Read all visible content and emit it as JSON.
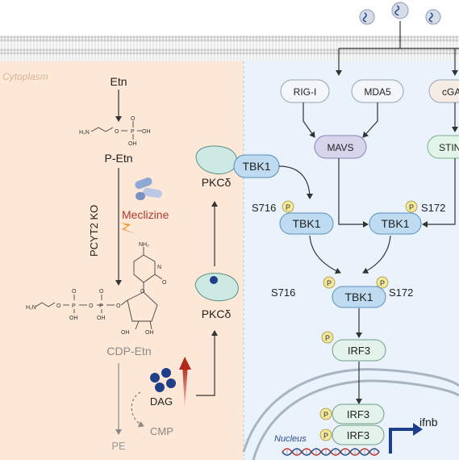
{
  "region_label": "Cytoplasm",
  "nucleus_label": "Nucleus",
  "left_pathway": {
    "etn": "Etn",
    "p_etn": "P-Etn",
    "ko_label": "PCYT2 KO",
    "drug": "Meclizine",
    "cdp_etn": "CDP-Etn",
    "pe": "PE",
    "dag": "DAG",
    "cmp": "CMP",
    "pkc_top": "PKCδ",
    "pkc_bottom": "PKCδ"
  },
  "struct_labels": {
    "h2n": "H₂N",
    "o": "O",
    "p": "P",
    "oh": "OH",
    "nh2": "NH₂",
    "n": "N"
  },
  "sensors": {
    "rig_i": "RIG-I",
    "mda5": "MDA5",
    "cgas": "cGA",
    "mavs": "MAVS",
    "sting": "STIN"
  },
  "kinases": {
    "tbk1": "TBK1",
    "irf3": "IRF3",
    "s716": "S716",
    "s172": "S172",
    "phospho": "P"
  },
  "output": {
    "gene": "ifnb"
  },
  "colors": {
    "cytoplasm_bg": "#fde7d6",
    "right_bg": "#eaf2fb",
    "tbk1_fill": "#bfdbf1",
    "irf3_fill": "#e3f2ea",
    "pkc_fill": "#cde9e4",
    "phospho_fill": "#f3e79b",
    "drug_red": "#c0392b",
    "sting_fill": "#e3f5e8"
  }
}
